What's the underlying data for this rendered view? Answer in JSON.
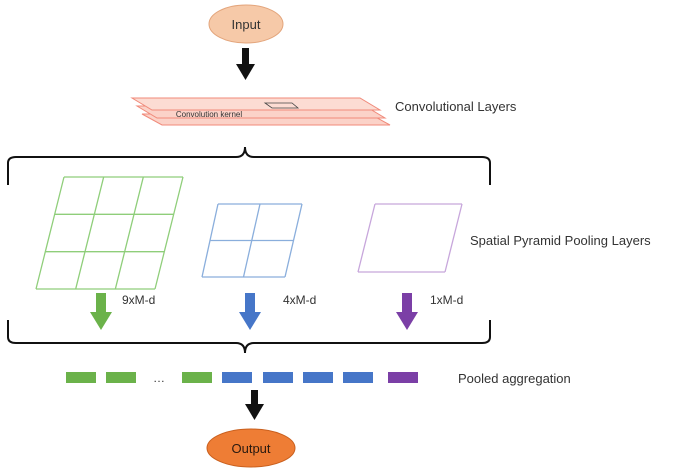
{
  "nodes": {
    "input": {
      "label": "Input"
    },
    "output": {
      "label": "Output"
    }
  },
  "layers": {
    "conv_label": "Convolutional Layers",
    "kernel_label": "Convolution kernel",
    "spp_label": "Spatial Pyramid Pooling Layers",
    "pooled_label": "Pooled aggregation"
  },
  "pyramid": [
    {
      "grid": 3,
      "dim_label": "9xM-d",
      "color": "#8fce7a",
      "arrow_color": "#6bb24a"
    },
    {
      "grid": 2,
      "dim_label": "4xM-d",
      "color": "#8aaedc",
      "arrow_color": "#4676c8"
    },
    {
      "grid": 1,
      "dim_label": "1xM-d",
      "color": "#c7a6db",
      "arrow_color": "#7b3fa6"
    }
  ],
  "aggregation": {
    "ellipsis": "…",
    "colors": {
      "green": "#6bb24a",
      "blue": "#4676c8",
      "purple": "#7b3fa6"
    }
  },
  "colors": {
    "input_fill": "#f6c9a8",
    "output_fill": "#ee7d35",
    "conv_fill": "#fbd2c8",
    "conv_stroke": "#f08a7a",
    "arrow_black": "#111111"
  }
}
